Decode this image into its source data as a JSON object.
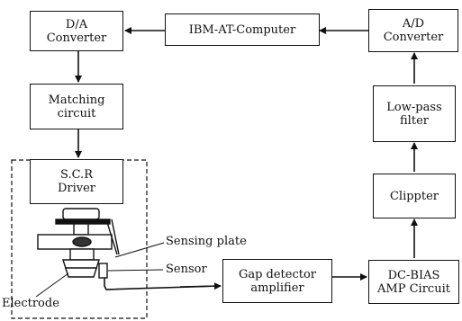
{
  "blocks": {
    "da_converter": {
      "line1": "D/A",
      "line2": "Converter"
    },
    "computer": {
      "label": "IBM-AT-Computer"
    },
    "ad_converter": {
      "line1": "A/D",
      "line2": "Converter"
    },
    "matching": {
      "line1": "Matching",
      "line2": "circuit"
    },
    "lowpass": {
      "line1": "Low-pass",
      "line2": "filter"
    },
    "scr_driver": {
      "line1": "S.C.R",
      "line2": "Driver"
    },
    "clippter": {
      "label": "Clippter"
    },
    "gap_detector": {
      "line1": "Gap detector",
      "line2": "amplifier"
    },
    "dc_bias": {
      "line1": "DC-BIAS",
      "line2": "AMP Circuit"
    }
  },
  "labels": {
    "sensing_plate": "Sensing plate",
    "sensor": "Sensor",
    "electrode": "Electrode"
  }
}
